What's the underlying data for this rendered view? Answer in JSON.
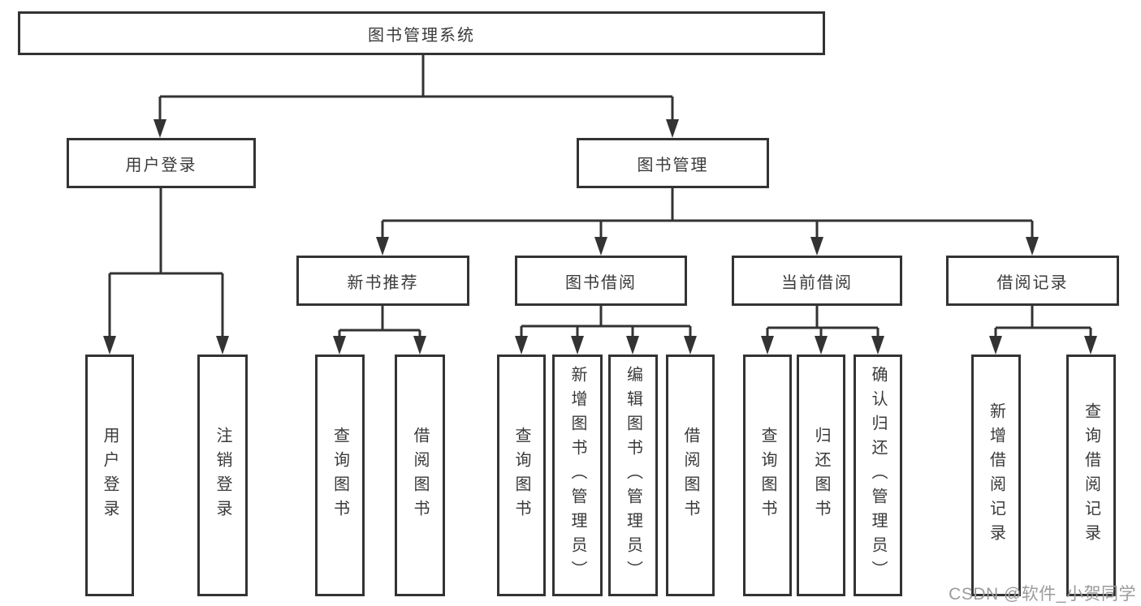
{
  "tree": {
    "root": {
      "label": "图书管理系统"
    },
    "children": [
      {
        "label": "用户登录",
        "children": [
          {
            "label": "用户登录"
          },
          {
            "label": "注销登录"
          }
        ]
      },
      {
        "label": "图书管理",
        "children": [
          {
            "label": "新书推荐",
            "children": [
              {
                "label": "查询图书"
              },
              {
                "label": "借阅图书"
              }
            ]
          },
          {
            "label": "图书借阅",
            "children": [
              {
                "label": "查询图书"
              },
              {
                "label": "新增图书（管理员）"
              },
              {
                "label": "编辑图书（管理员）"
              },
              {
                "label": "借阅图书"
              }
            ]
          },
          {
            "label": "当前借阅",
            "children": [
              {
                "label": "查询图书"
              },
              {
                "label": "归还图书"
              },
              {
                "label": "确认归还（管理员）"
              }
            ]
          },
          {
            "label": "借阅记录",
            "children": [
              {
                "label": "新增借阅记录"
              },
              {
                "label": "查询借阅记录"
              }
            ]
          }
        ]
      }
    ]
  },
  "watermark": "CSDN @软件_小贺同学",
  "colors": {
    "line": "#333333",
    "box_border": "#333333",
    "text": "#3a3a3a",
    "watermark": "#9b9b9b",
    "background": "#ffffff"
  }
}
